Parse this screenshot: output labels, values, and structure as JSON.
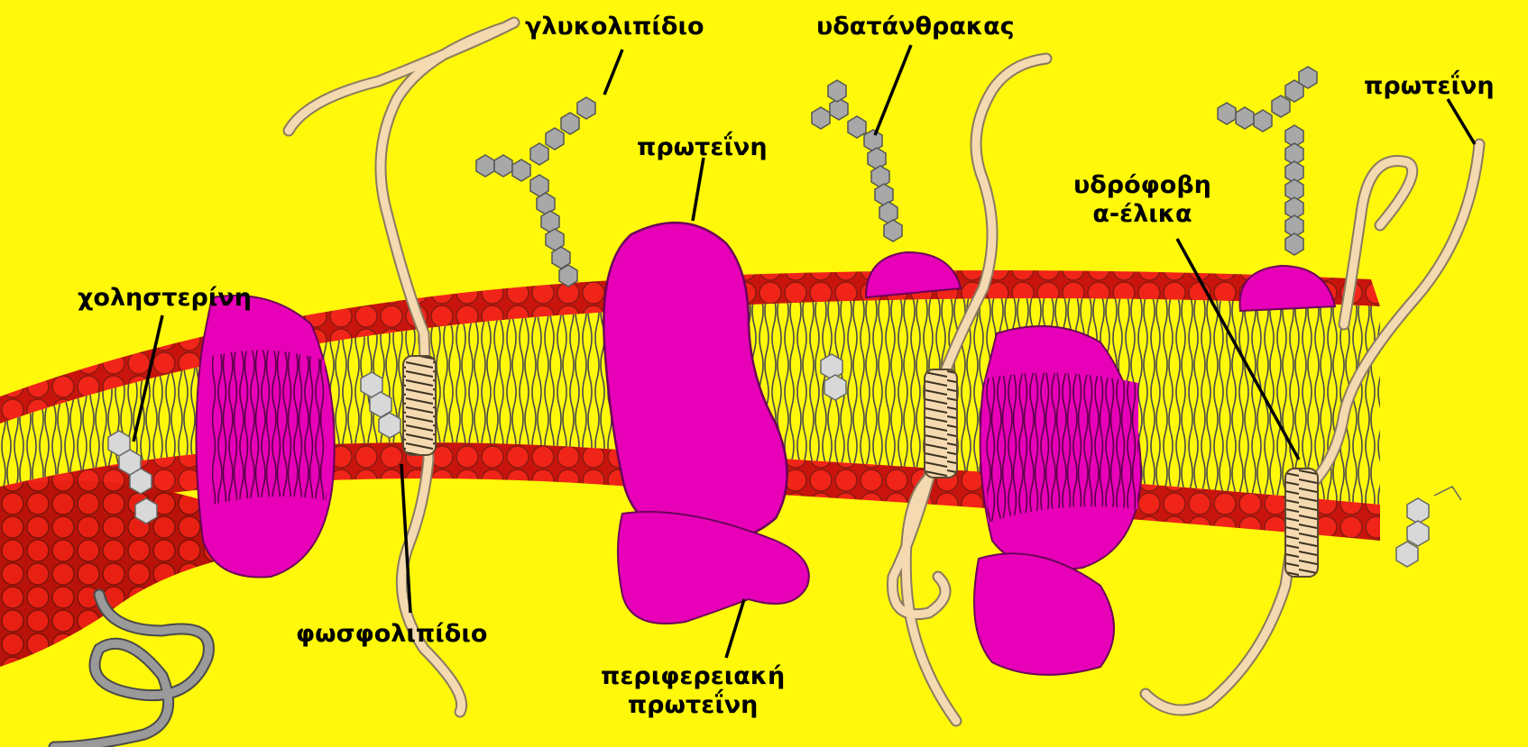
{
  "labels": {
    "glycolipid": "γλυκολιπίδιο",
    "carbohydrate": "υδατάνθρακας",
    "protein_top_right": "πρωτεΐνη",
    "protein_center": "πρωτεΐνη",
    "cholesterol": "χοληστερίνη",
    "hydrophobic_line1": "υδρόφοβη",
    "hydrophobic_line2": "α-έλικα",
    "phospholipid": "φωσφολιπίδιο",
    "peripheral_line1": "περιφερειακή",
    "peripheral_line2": "πρωτεΐνη"
  },
  "colors": {
    "background": "#fff80a",
    "lipid_head": "#f02418",
    "lipid_head_outline": "#8a1a10",
    "lipid_tail": "#4a4a4a",
    "protein": "#e800b8",
    "protein_outline": "#6a005a",
    "chain": "#f5d9b0",
    "chain_outline": "#8a7a60",
    "sugar": "#a8a8a8",
    "sugar_outline": "#555555",
    "leader_line": "#000000"
  }
}
